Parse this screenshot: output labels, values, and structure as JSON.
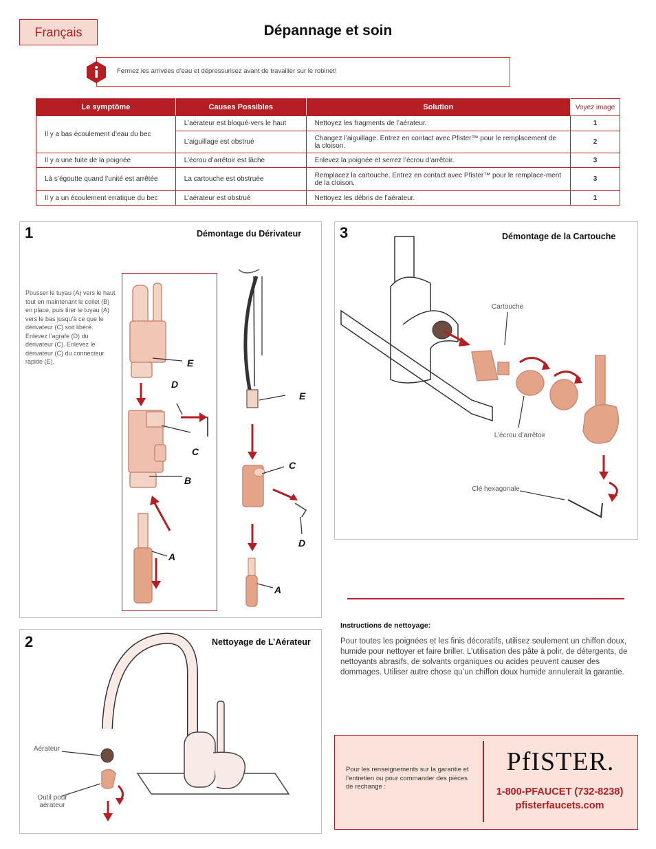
{
  "header": {
    "language_tab": "Français",
    "title": "Dépannage et soin"
  },
  "warning": {
    "icon": "info-icon",
    "text": "Fermez les arrivées d’eau et dépressurisez avant de travailler sur le robinet!"
  },
  "table": {
    "headers": [
      "Le symptôme",
      "Causes Possibles",
      "Solution",
      "Voyez image"
    ],
    "rows": [
      {
        "symptom": "Il y a bas écoulement d’eau du bec",
        "cause": "L’aérateur est bloqué-vers le haut",
        "solution": "Nettoyez les fragments de l’aérateur.",
        "image": "1"
      },
      {
        "symptom": "",
        "cause": "L’aiguillage est obstrué",
        "solution": "Changez l’aiguillage. Entrez en contact avec Pfister™ pour le remplacement de la cloison.",
        "image": "2"
      },
      {
        "symptom": "Il y a une fuite de la poignée",
        "cause": "L’écrou d’arrêtoir est lâche",
        "solution": "Enlevez la poignée et serrez l’écrou d’arrêtoir.",
        "image": "3"
      },
      {
        "symptom": "Là s’égoutte quand l’unité est arrêtée",
        "cause": "La cartouche est obstruée",
        "solution": "Remplacez la cartouche. Entrez en contact avec Pfister™ pour le remplace-ment de la cloison.",
        "image": "3"
      },
      {
        "symptom": "Il y a un écoulement erratique du bec",
        "cause": "L’aérateur est obstrué",
        "solution": "Nettoyez les débris de l’aérateur.",
        "image": "1"
      }
    ]
  },
  "panel1": {
    "number": "1",
    "title": "Démontage du Dérivateur",
    "instructions": "Pousser le tuyau (A) vers le haut tout en maintenant le collet (B) en place, puis tirer le tuyau (A) vers le bas jusqu’à ce que le dérivateur (C) soit libéré.\nEnlevez l’agrafe (D) du dérivateur (C). Enlevez le dérivateur (C) du connecteur rapide (E).",
    "labels": {
      "e1": "E",
      "d1": "D",
      "c1": "C",
      "b1": "B",
      "a1": "A",
      "e2": "E",
      "c2": "C",
      "d2": "D",
      "a2": "A"
    }
  },
  "panel2": {
    "number": "2",
    "title": "Nettoyage de L’Aérateur",
    "aerator": "Aérateur",
    "tool": "Outil pour aérateur"
  },
  "panel3": {
    "number": "3",
    "title": "Démontage de la Cartouche",
    "cartridge": "Cartouche",
    "nut": "L’écrou d’arrêtoir",
    "hex": "Clé hexagonale"
  },
  "cleaning": {
    "title": "Instructions de nettoyage:",
    "text": "Pour toutes les poignées et les finis décoratifs, utilisez seulement un chiffon doux, humide pour nettoyer et faire briller. L’utilisation des pâte à polir, de détergents, de nettoyants abrasifs, de solvants organiques ou acides peuvent causer des dommages. Utiliser autre chose qu’un chiffon doux humide annulerait la garantie."
  },
  "contact": {
    "text": "Pour les renseignements sur la garantie et l’entretien ou pour commander des pièces de rechange :",
    "brand": "PfISTER.",
    "phone": "1-800-PFAUCET (732-8238)",
    "website": "pfisterfaucets.com"
  },
  "colors": {
    "accent": "#b51e23",
    "copper": "#e4a488"
  }
}
